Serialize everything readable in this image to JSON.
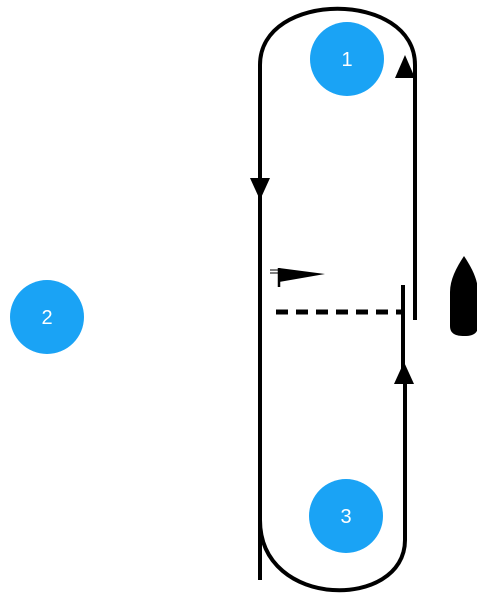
{
  "diagram": {
    "background": "#ffffff",
    "stroke_color": "#000000",
    "marks": [
      {
        "label": "1",
        "color": "#1aa3f5"
      },
      {
        "label": "2",
        "color": "#1aa3f5"
      },
      {
        "label": "3",
        "color": "#1aa3f5"
      }
    ],
    "flag_icon": "flag-icon",
    "boat_icon": "boat-icon",
    "start_line_style": "dashed"
  }
}
